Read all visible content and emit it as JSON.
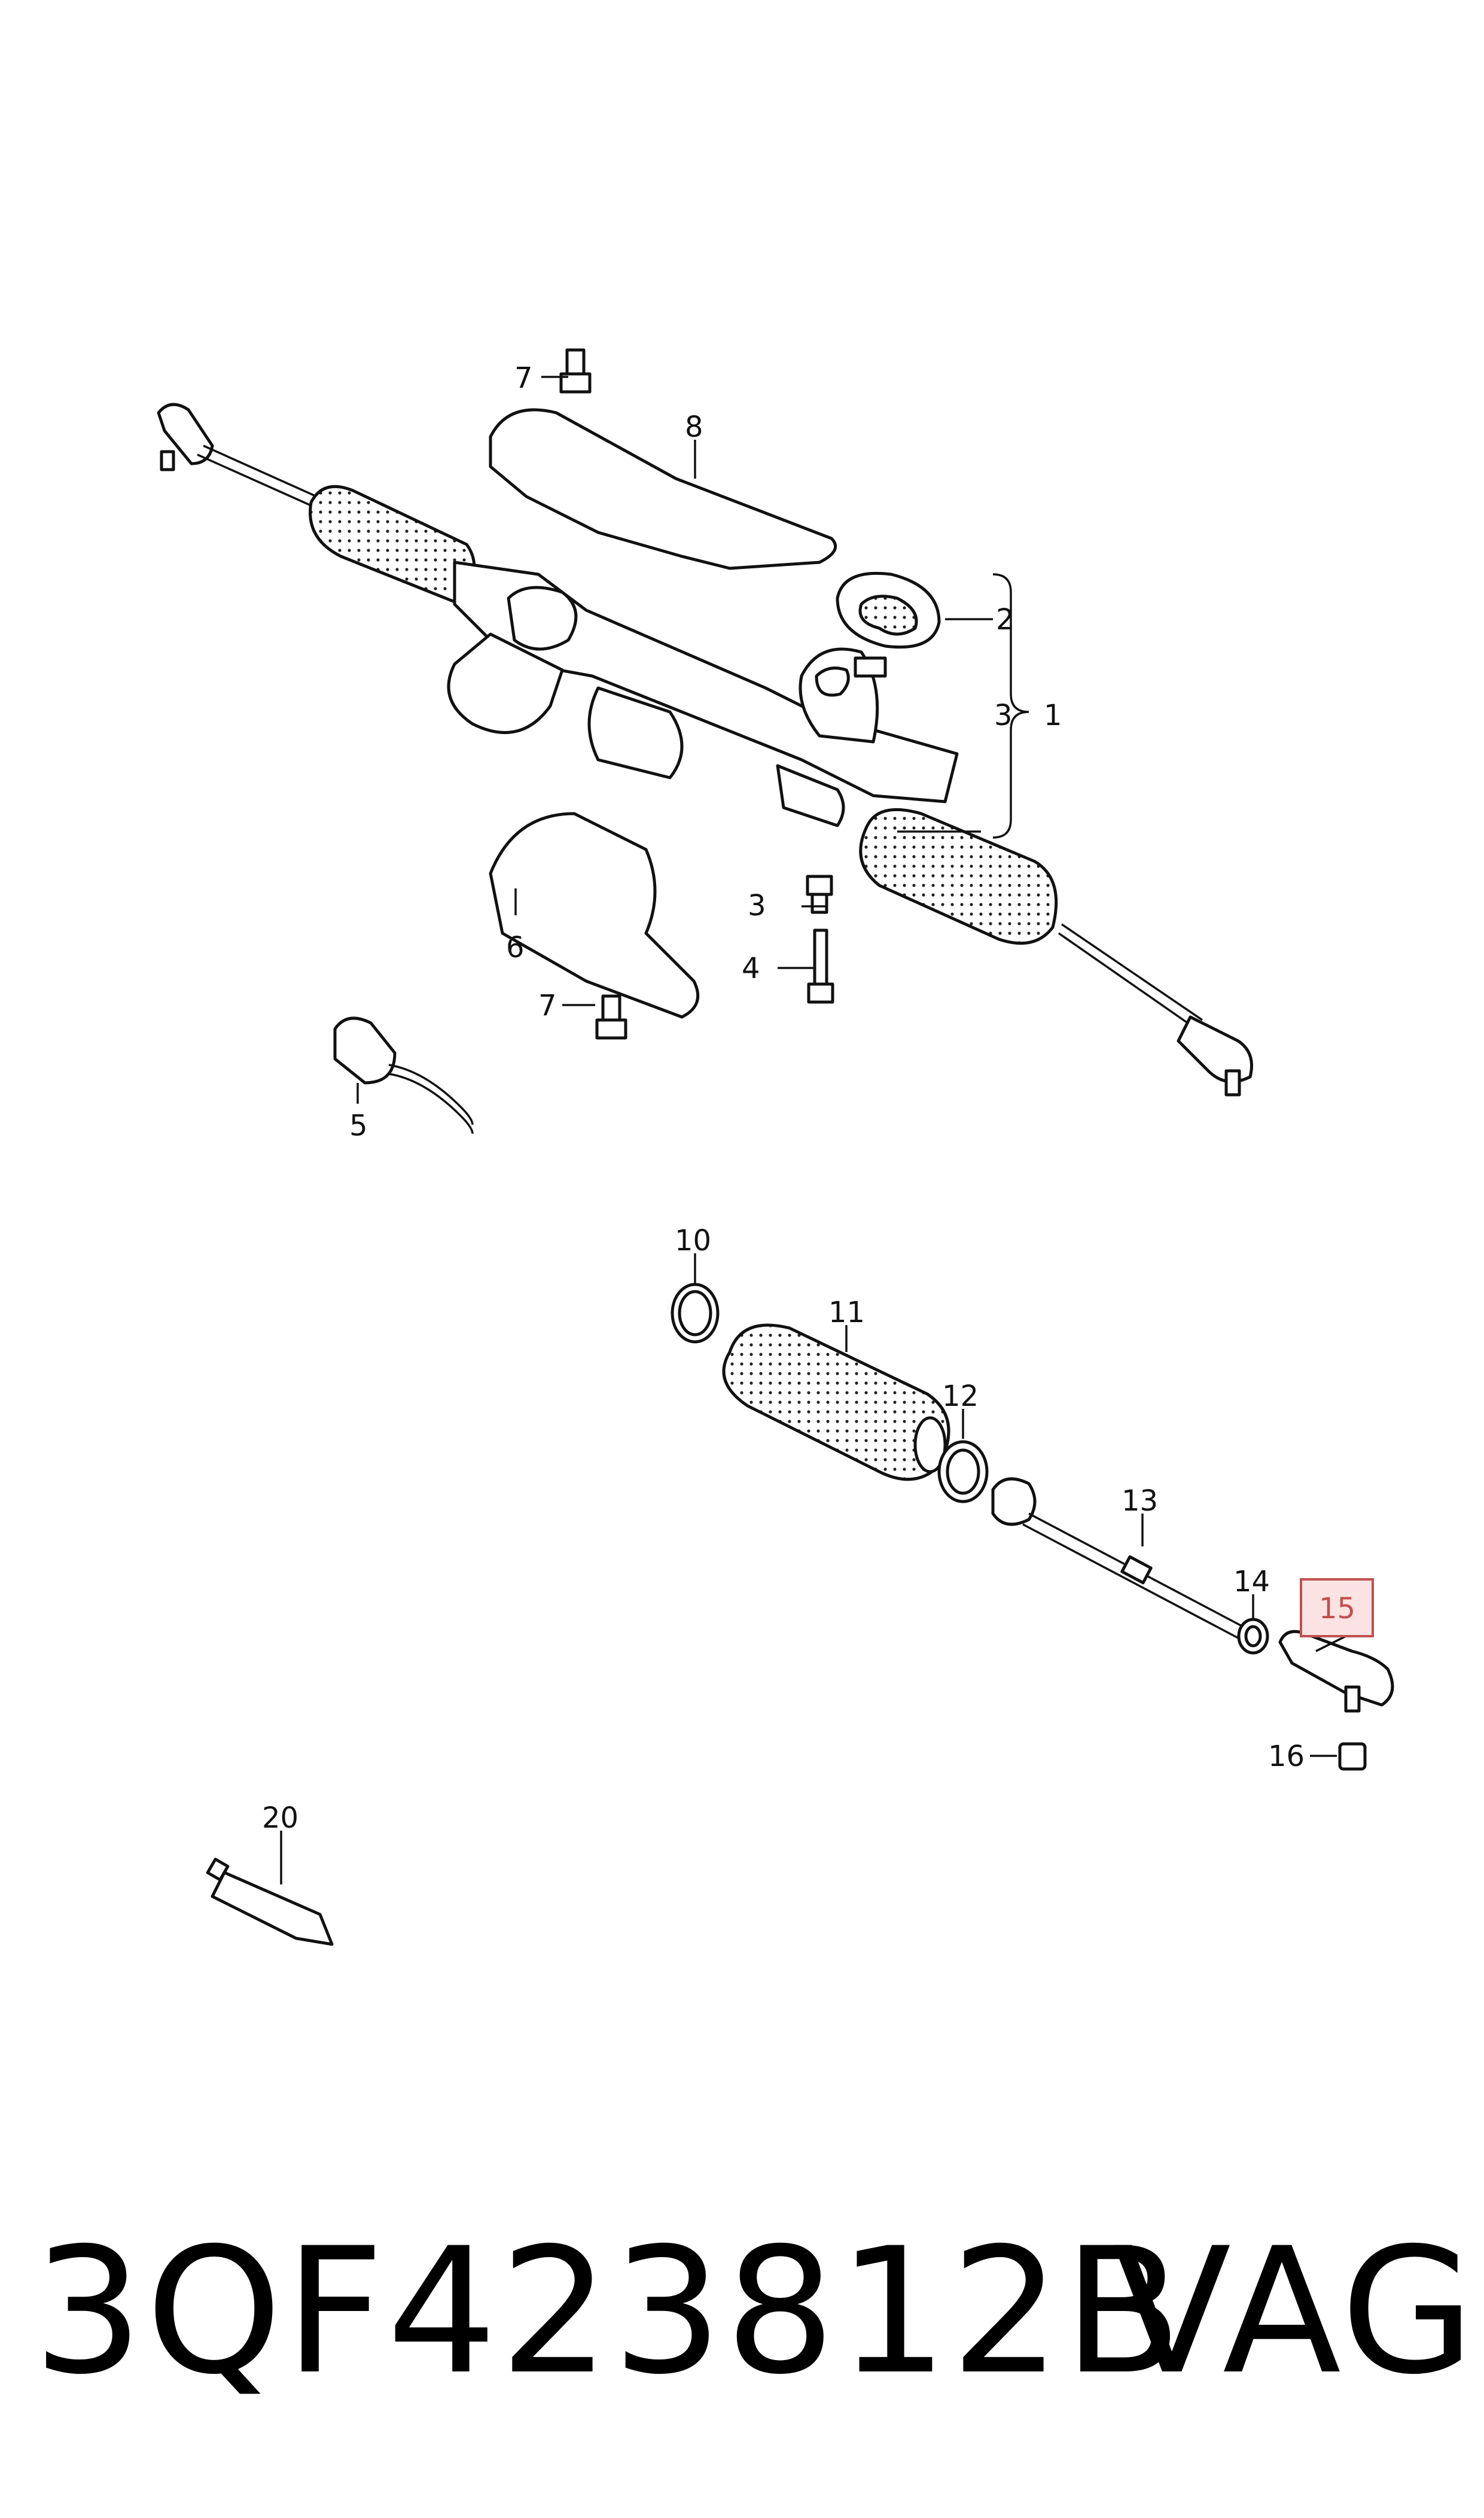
{
  "callouts": {
    "c1": "1",
    "c2": "2",
    "c3a": "3",
    "c3b": "3",
    "c4": "4",
    "c5": "5",
    "c6": "6",
    "c7a": "7",
    "c7b": "7",
    "c8": "8",
    "c10": "10",
    "c11": "11",
    "c12": "12",
    "c13": "13",
    "c14": "14",
    "c15": "15",
    "c16": "16",
    "c20": "20"
  },
  "highlight_color": "#c0504d",
  "highlight_fill": "#fbe3e3",
  "footer": {
    "part_number": "3QF423812B",
    "brand": "VAG"
  }
}
